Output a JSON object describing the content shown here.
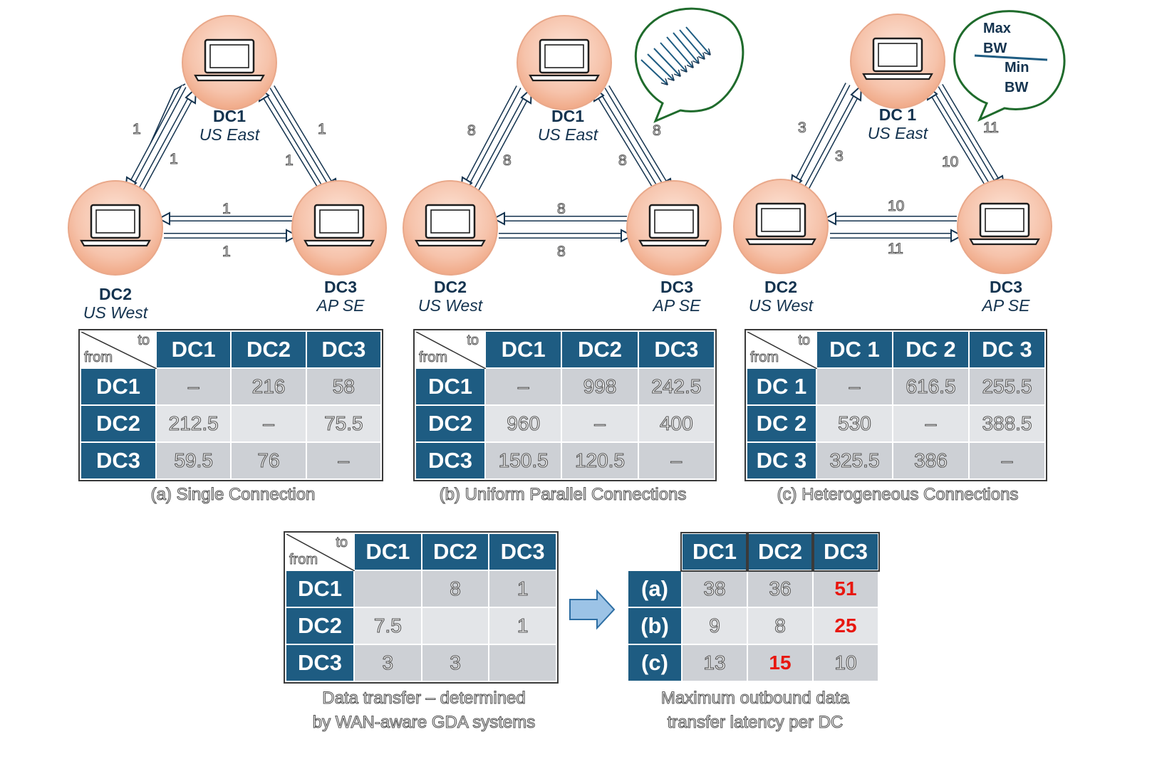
{
  "colors": {
    "header": "#1e5c82",
    "node_fill": "#f6c3ab",
    "highlight": "#e8170f",
    "bubble": "#1f6b2c"
  },
  "icons": {
    "node": "laptop-icon",
    "transfer": "right-arrow-icon"
  },
  "diagrams": [
    {
      "nodes": [
        {
          "name": "DC1",
          "loc": "US East"
        },
        {
          "name": "DC2",
          "loc": "US West"
        },
        {
          "name": "DC3",
          "loc": "AP SE"
        }
      ],
      "edges": {
        "dc1_dc2_outer": "1",
        "dc1_dc2_inner": "1",
        "dc1_dc3_outer": "1",
        "dc1_dc3_inner": "1",
        "dc2_dc3_top": "1",
        "dc2_dc3_bottom": "1"
      }
    },
    {
      "nodes": [
        {
          "name": "DC1",
          "loc": "US East"
        },
        {
          "name": "DC2",
          "loc": "US West"
        },
        {
          "name": "DC3",
          "loc": "AP SE"
        }
      ],
      "edges": {
        "dc1_dc2_outer": "8",
        "dc1_dc2_inner": "8",
        "dc1_dc3_outer": "8",
        "dc1_dc3_inner": "8",
        "dc2_dc3_top": "8",
        "dc2_dc3_bottom": "8"
      }
    },
    {
      "nodes": [
        {
          "name": "DC 1",
          "loc": "US East"
        },
        {
          "name": "DC2",
          "loc": "US West"
        },
        {
          "name": "DC3",
          "loc": "AP SE"
        }
      ],
      "edges": {
        "dc1_dc2_outer": "3",
        "dc1_dc2_inner": "3",
        "dc1_dc3_outer": "11",
        "dc1_dc3_inner": "10",
        "dc2_dc3_top": "10",
        "dc2_dc3_bottom": "11"
      },
      "bubble": {
        "max": "Max",
        "bw1": "BW",
        "min": "Min",
        "bw2": "BW"
      }
    }
  ],
  "tables": [
    {
      "corner_to": "to",
      "corner_from": "from",
      "cols": [
        "DC1",
        "DC2",
        "DC3"
      ],
      "rows": [
        {
          "label": "DC1",
          "cells": [
            "–",
            "216",
            "58"
          ]
        },
        {
          "label": "DC2",
          "cells": [
            "212.5",
            "–",
            "75.5"
          ]
        },
        {
          "label": "DC3",
          "cells": [
            "59.5",
            "76",
            "–"
          ]
        }
      ],
      "caption": "(a) Single Connection"
    },
    {
      "corner_to": "to",
      "corner_from": "from",
      "cols": [
        "DC1",
        "DC2",
        "DC3"
      ],
      "rows": [
        {
          "label": "DC1",
          "cells": [
            "–",
            "998",
            "242.5"
          ]
        },
        {
          "label": "DC2",
          "cells": [
            "960",
            "–",
            "400"
          ]
        },
        {
          "label": "DC3",
          "cells": [
            "150.5",
            "120.5",
            "–"
          ]
        }
      ],
      "caption": "(b) Uniform Parallel Connections"
    },
    {
      "corner_to": "to",
      "corner_from": "from",
      "cols": [
        "DC 1",
        "DC 2",
        "DC 3"
      ],
      "rows": [
        {
          "label": "DC 1",
          "cells": [
            "–",
            "616.5",
            "255.5"
          ]
        },
        {
          "label": "DC 2",
          "cells": [
            "530",
            "–",
            "388.5"
          ]
        },
        {
          "label": "DC 3",
          "cells": [
            "325.5",
            "386",
            "–"
          ]
        }
      ],
      "caption": "(c) Heterogeneous Connections"
    },
    {
      "corner_to": "to",
      "corner_from": "from",
      "cols": [
        "DC1",
        "DC2",
        "DC3"
      ],
      "rows": [
        {
          "label": "DC1",
          "cells": [
            "",
            "8",
            "1"
          ]
        },
        {
          "label": "DC2",
          "cells": [
            "7.5",
            "",
            "1"
          ]
        },
        {
          "label": "DC3",
          "cells": [
            "3",
            "3",
            ""
          ]
        }
      ],
      "caption_line1": "Data transfer – determined",
      "caption_line2": "by WAN-aware GDA systems"
    },
    {
      "cols": [
        "DC1",
        "DC2",
        "DC3"
      ],
      "rows": [
        {
          "label": "(a)",
          "cells": [
            "38",
            "36",
            "51"
          ]
        },
        {
          "label": "(b)",
          "cells": [
            "9",
            "8",
            "25"
          ]
        },
        {
          "label": "(c)",
          "cells": [
            "13",
            "15",
            "10"
          ]
        }
      ],
      "caption_line1": "Maximum outbound data",
      "caption_line2": "transfer latency per DC"
    }
  ]
}
